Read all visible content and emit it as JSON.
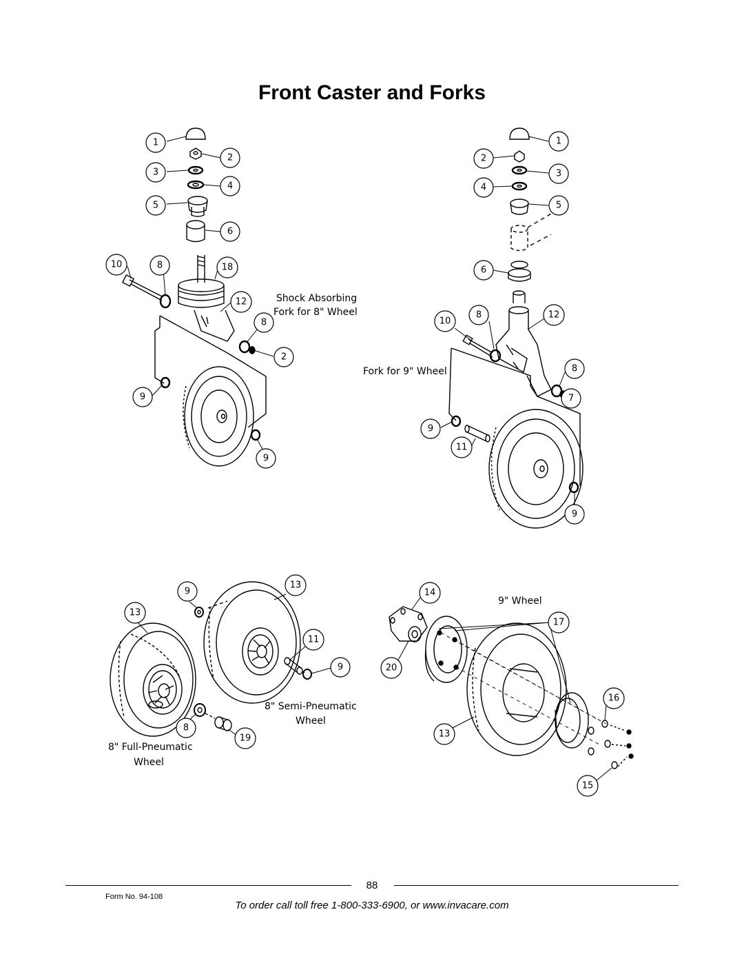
{
  "page": {
    "title": "Front Caster and Forks",
    "page_number": "88",
    "form_number": "Form No.  94-108",
    "order_line": "To order call toll free 1-800-333-6900, or www.invacare.com"
  },
  "diagrams": {
    "shock_fork": {
      "caption_line1": "Shock Absorbing",
      "caption_line2": "Fork for 8\" Wheel"
    },
    "fork_9": {
      "caption": "Fork for 9\" Wheel"
    },
    "semi_pneumatic": {
      "caption_line1": "8\" Semi-Pneumatic",
      "caption_line2": "Wheel"
    },
    "full_pneumatic": {
      "caption_line1": "8\" Full-Pneumatic",
      "caption_line2": "Wheel"
    },
    "wheel_9": {
      "caption": "9\" Wheel"
    }
  },
  "callouts": {
    "c1a": "1",
    "c2a": "2",
    "c3a": "3",
    "c4a": "4",
    "c5a": "5",
    "c6a": "6",
    "c10a": "10",
    "c8a": "8",
    "c18a": "18",
    "c12a": "12",
    "c8b": "8",
    "c2b": "2",
    "c9a": "9",
    "c9b": "9",
    "c1b": "1",
    "c2c": "2",
    "c3b": "3",
    "c4b": "4",
    "c5b": "5",
    "c6b": "6",
    "c10b": "10",
    "c8c": "8",
    "c12b": "12",
    "c8d": "8",
    "c7a": "7",
    "c9c": "9",
    "c11a": "11",
    "c9d": "9",
    "c9e": "9",
    "c13a": "13",
    "c13b": "13",
    "c11b": "11",
    "c9f": "9",
    "c8e": "8",
    "c19a": "19",
    "c14a": "14",
    "c17a": "17",
    "c20a": "20",
    "c16a": "16",
    "c13c": "13",
    "c15a": "15"
  }
}
